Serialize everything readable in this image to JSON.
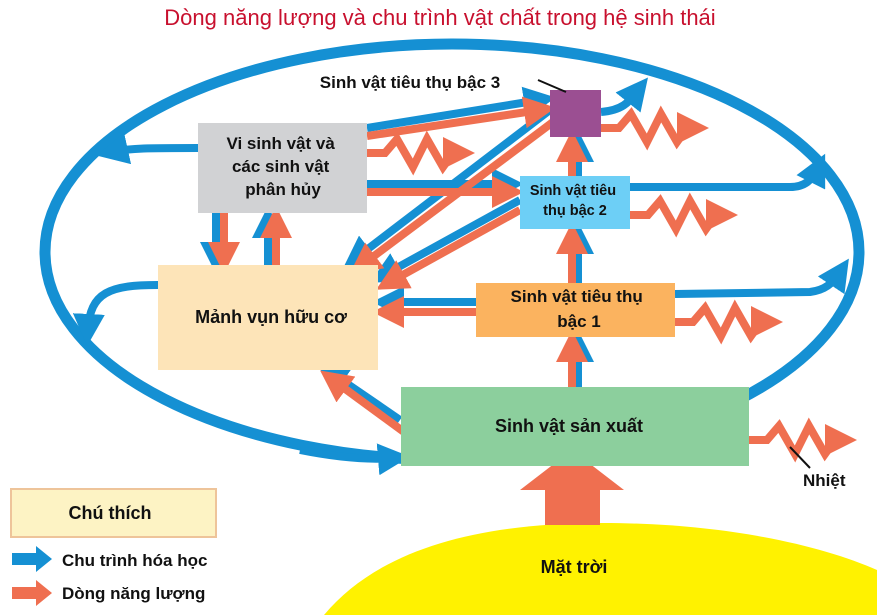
{
  "title": "Dòng năng lượng và chu trình vật chất trong hệ sinh thái",
  "nodes": {
    "decomposers": [
      "Vi sinh vật và",
      "các sinh vật",
      "phân hủy"
    ],
    "detritus": "Mảnh vụn hữu cơ",
    "consumer3": "Sinh vật tiêu thụ bậc 3",
    "consumer2": [
      "Sinh vật tiêu",
      "thụ bậc 2"
    ],
    "consumer1": [
      "Sinh vật tiêu thụ",
      "bậc 1"
    ],
    "producer": "Sinh vật sản xuất",
    "sun": "Mặt trời",
    "heat": "Nhiệt"
  },
  "legend": {
    "title": "Chú thích",
    "items": [
      {
        "label": "Chu trình hóa học",
        "color": "#1590d3"
      },
      {
        "label": "Dòng năng lượng",
        "color": "#ef6f50"
      }
    ]
  },
  "colors": {
    "title": "#c8102e",
    "blue": "#1590d3",
    "orange": "#ef6f50",
    "decomposers": "#d1d2d4",
    "detritus": "#fde4b8",
    "consumer3": "#9b4f92",
    "consumer2": "#6dcff6",
    "consumer1": "#fbb35f",
    "producer": "#8ccf9d",
    "sun": "#fff200"
  }
}
